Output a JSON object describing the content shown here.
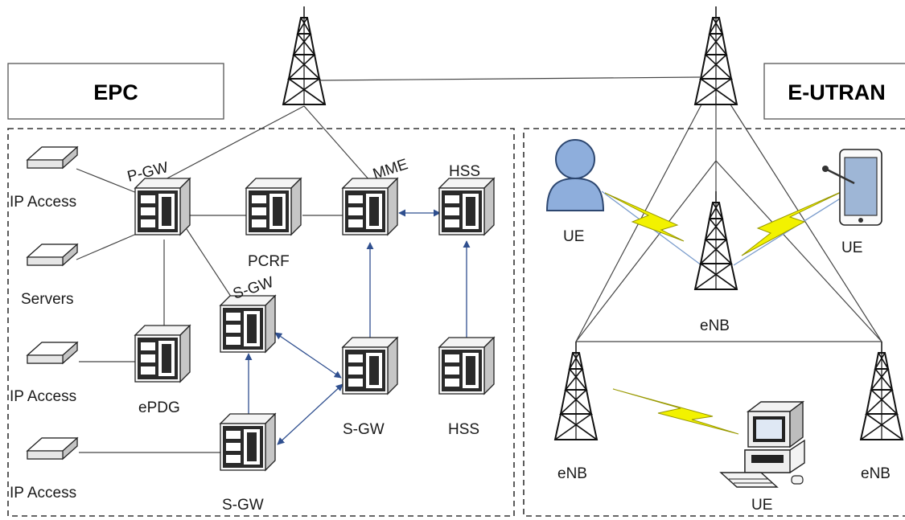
{
  "sections": {
    "epc_title": "EPC",
    "eutran_title": "E-UTRAN"
  },
  "labels": {
    "ip_access_1": "IP Access",
    "servers": "Servers",
    "ip_access_2": "IP Access",
    "ip_access_3": "IP Access",
    "pgw": "P-GW",
    "pcrf": "PCRF",
    "mme": "MME",
    "hss_top": "HSS",
    "sgw_mid": "S-GW",
    "epdg": "ePDG",
    "sgw_right": "S-GW",
    "hss_bottom": "HSS",
    "sgw_bottom": "S-GW",
    "ue_person": "UE",
    "enb_center": "eNB",
    "ue_tablet": "UE",
    "enb_left": "eNB",
    "ue_computer": "UE",
    "enb_right": "eNB"
  },
  "colors": {
    "server_face": "#f2f2f2",
    "server_side": "#c8c8c8",
    "server_front": "#222222",
    "arrow": "#2f4f8f",
    "lightning": "#f2f200",
    "person": "#8eaedc"
  },
  "icons": {
    "server": "server-icon",
    "router": "router-icon",
    "tower": "cell-tower-icon",
    "person": "user-icon",
    "tablet": "tablet-icon",
    "computer": "computer-icon",
    "lightning": "lightning-icon"
  }
}
